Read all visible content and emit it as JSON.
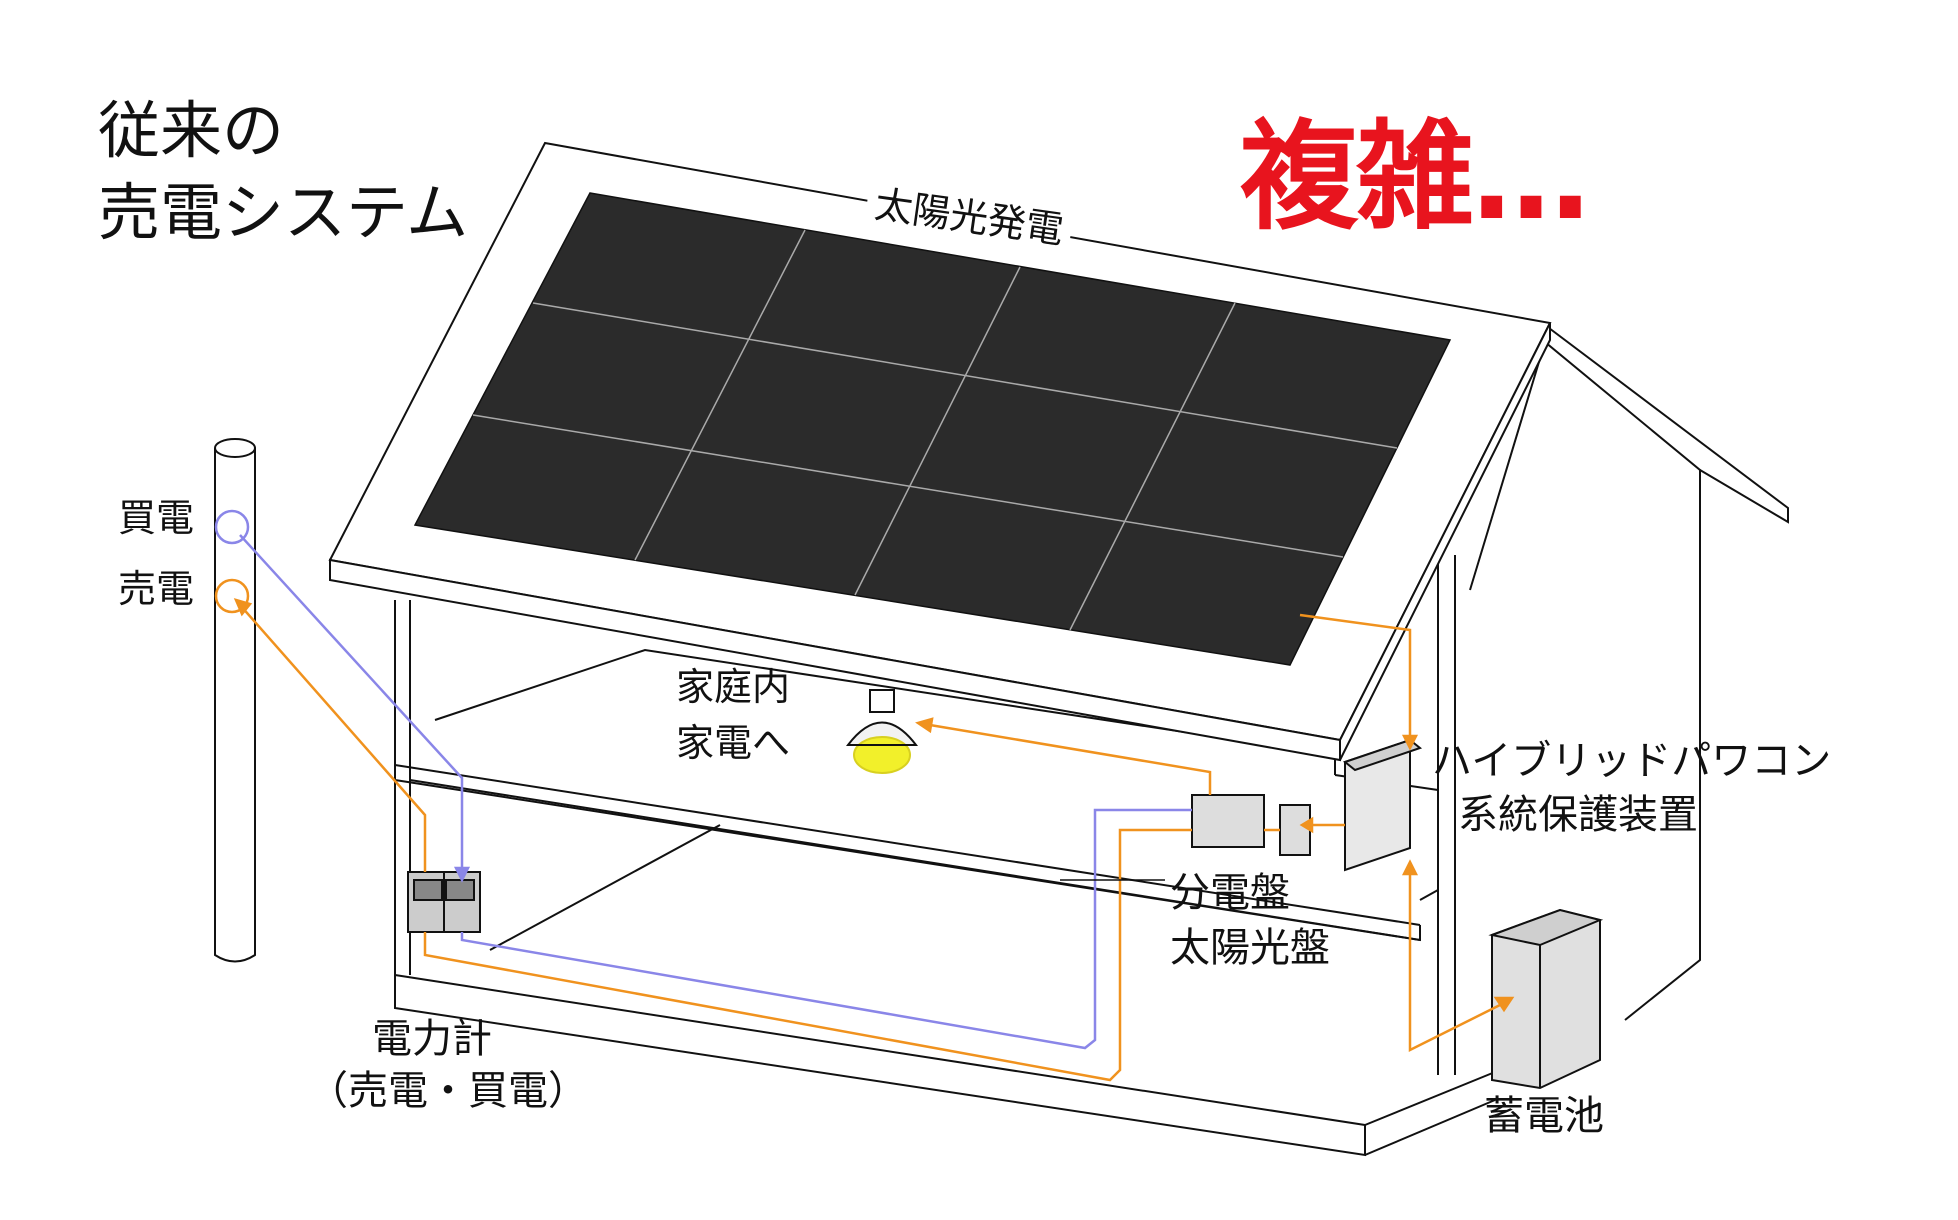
{
  "title": {
    "line1": "従来の",
    "line2": "売電システム"
  },
  "callout": "複雑…",
  "labels": {
    "solar": "太陽光発電",
    "buy": "買電",
    "sell": "売電",
    "home_line1": "家庭内",
    "home_line2": "家電へ",
    "pcs_line1": "ハイブリッドパワコン",
    "pcs_line2": "系統保護装置",
    "panel_line1": "分電盤",
    "panel_line2": "太陽光盤",
    "meter_line1": "電力計",
    "meter_line2": "（売電・買電）",
    "battery": "蓄電池"
  },
  "colors": {
    "buy_line": "#8a86e8",
    "sell_line": "#f0921e",
    "panel_fill": "#2b2b2b",
    "bulb_glow": "#f2f02a",
    "accent_red": "#e8141e"
  }
}
